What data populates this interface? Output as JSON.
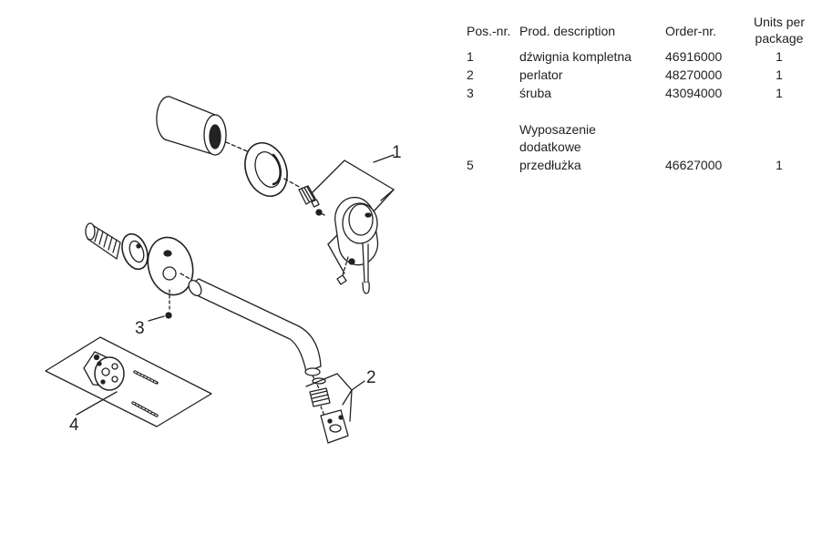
{
  "table": {
    "headers": {
      "pos": "Pos.-nr.",
      "desc": "Prod. description",
      "order": "Order-nr.",
      "units": "Units per package"
    },
    "rows": [
      {
        "pos": "1",
        "desc": "dźwignia kompletna",
        "order": "46916000",
        "units": "1"
      },
      {
        "pos": "2",
        "desc": "perlator",
        "order": "48270000",
        "units": "1"
      },
      {
        "pos": "3",
        "desc": "śruba",
        "order": "43094000",
        "units": "1"
      }
    ],
    "section_title_line1": "Wyposazenie",
    "section_title_line2": "dodatkowe",
    "accessory_rows": [
      {
        "pos": "5",
        "desc": "przedłużka",
        "order": "46627000",
        "units": "1"
      }
    ]
  },
  "callouts": {
    "c1": "1",
    "c2": "2",
    "c3": "3",
    "c4": "4"
  }
}
